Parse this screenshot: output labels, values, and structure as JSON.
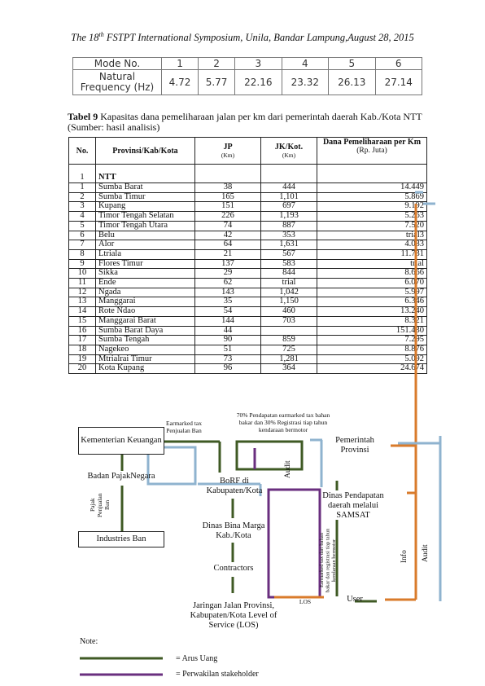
{
  "header": {
    "prefix": "The 18",
    "sup": "th",
    "rest": " FSTPT International Symposium, Unila, Bandar Lampung,August 28, 2015"
  },
  "mode_table": {
    "row1_label": "Mode No.",
    "row2_label_1": "Natural",
    "row2_label_2": "Frequency (Hz)",
    "modes": [
      "1",
      "2",
      "3",
      "4",
      "5",
      "6"
    ],
    "freqs": [
      "4.72",
      "5.77",
      "22.16",
      "23.32",
      "26.13",
      "27.14"
    ]
  },
  "caption": {
    "bold": "Tabel 9",
    "text": " Kapasitas dana pemeliharaan jalan per km dari pemerintah daerah Kab./Kota NTT (Sumber: hasil analisis)"
  },
  "table": {
    "headers": {
      "no": "No.",
      "prov": "Provinsi/Kab/Kota",
      "jp": "JP",
      "jp_unit": "(Km)",
      "jk": "JK/Kot.",
      "jk_unit": "(Km)",
      "dana": "Dana Pemeliharaan per Km",
      "dana_unit": "(Rp. Juta)"
    },
    "rows": [
      {
        "no": "1",
        "name": "NTT",
        "jp": "",
        "jk": "",
        "dana": ""
      },
      {
        "no": "1",
        "name": "Sumba Barat",
        "jp": "38",
        "jk": "444",
        "dana": "14.449"
      },
      {
        "no": "2",
        "name": "Sumba Timur",
        "jp": "165",
        "jk": "1,101",
        "dana": "5.869"
      },
      {
        "no": "3",
        "name": "Kupang",
        "jp": "151",
        "jk": "697",
        "dana": "9.192"
      },
      {
        "no": "4",
        "name": "Timor Tengah Selatan",
        "jp": "226",
        "jk": "1,193",
        "dana": "5.263"
      },
      {
        "no": "5",
        "name": "Timor Tengah Utara",
        "jp": "74",
        "jk": "887",
        "dana": "7.520"
      },
      {
        "no": "6",
        "name": "Belu",
        "jp": "42",
        "jk": "353",
        "dana": "trial3"
      },
      {
        "no": "7",
        "name": "Alor",
        "jp": "64",
        "jk": "1,631",
        "dana": "4.083"
      },
      {
        "no": "8",
        "name": "Ltriala",
        "jp": "21",
        "jk": "567",
        "dana": "11.731"
      },
      {
        "no": "9",
        "name": "Flores Timur",
        "jp": "137",
        "jk": "583",
        "dana": "trial"
      },
      {
        "no": "10",
        "name": "Sikka",
        "jp": "29",
        "jk": "844",
        "dana": "8.666"
      },
      {
        "no": "11",
        "name": "Ende",
        "jp": "62",
        "jk": "trial",
        "dana": "6.070"
      },
      {
        "no": "12",
        "name": "Ngada",
        "jp": "143",
        "jk": "1,042",
        "dana": "5.997"
      },
      {
        "no": "13",
        "name": "Manggarai",
        "jp": "35",
        "jk": "1,150",
        "dana": "6.346"
      },
      {
        "no": "14",
        "name": "Rote Ndao",
        "jp": "54",
        "jk": "460",
        "dana": "13.240"
      },
      {
        "no": "15",
        "name": "Manggarai Barat",
        "jp": "144",
        "jk": "703",
        "dana": "8.321"
      },
      {
        "no": "16",
        "name": "Sumba Barat Daya",
        "jp": "44",
        "jk": "",
        "dana": "151.430"
      },
      {
        "no": "17",
        "name": "Sumba Tengah",
        "jp": "90",
        "jk": "859",
        "dana": "7.295"
      },
      {
        "no": "18",
        "name": "Nagekeo",
        "jp": "51",
        "jk": "725",
        "dana": "8.876"
      },
      {
        "no": "19",
        "name": "Mtrialrai Timur",
        "jp": "73",
        "jk": "1,281",
        "dana": "5.092"
      },
      {
        "no": "20",
        "name": "Kota Kupang",
        "jp": "96",
        "jk": "364",
        "dana": "24.674"
      }
    ]
  },
  "diagram": {
    "kemenkeu": "Kementerian Keuangan",
    "earmarked_tax": "Earmarked tax Penjualan Ban",
    "earmarked_70": "70% Pendapatan earmarked tax bahan bakar dan 30% Registrasi tiap tahun kendaraan bermotor",
    "pemprov": "Pemerintah Provinsi",
    "badan_pajak": "Badan PajakNegara",
    "pajak_ban": "Pajak Penjualan Ban",
    "borf": "BoRF di Kabupaten/Kota",
    "audit": "Audit",
    "dinas_pendapatan": "Dinas Pendapatan daerah melalui SAMSAT",
    "industries": "Industries Ban",
    "dinas_bina": "Dinas Bina Marga Kab./Kota",
    "earmarked_vertical": "Earmarked tax dari bahan bakar dan registrasi tiap tahun kendaraan bermotor",
    "info": "Info",
    "audit2": "Audit",
    "contractors": "Contractors",
    "los": "LOS",
    "user": "User",
    "jaringan": "Jaringan Jalan Provinsi, Kabupaten/Kota Level of Service (LOS)",
    "colors": {
      "money": "#3f5a24",
      "stakeholder": "#6a2f7f",
      "info": "#d97b2b",
      "blue": "#8fb3cf"
    }
  },
  "note": {
    "title": "Note:",
    "arus": "= Arus Uang",
    "perwakilan": "= Perwakilan stakeholder"
  }
}
